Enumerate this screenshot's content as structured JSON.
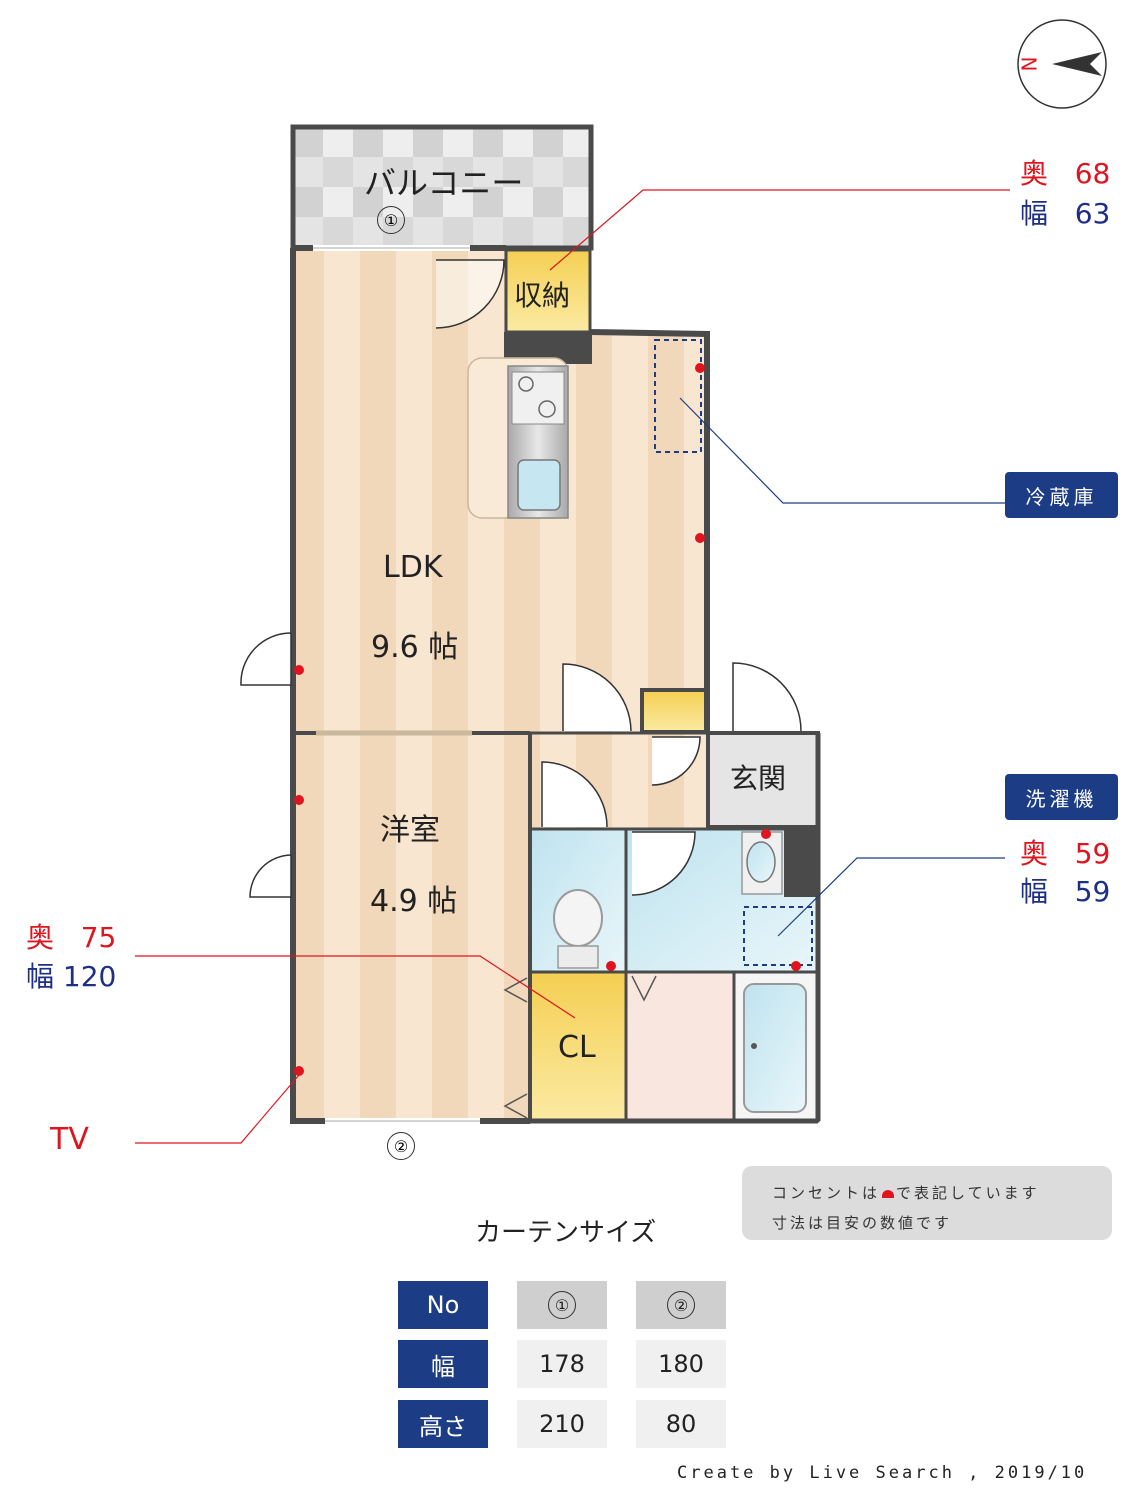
{
  "rooms": {
    "balcony": "バルコニー",
    "storage": "収納",
    "ldk_name": "LDK",
    "ldk_size": "9.6 帖",
    "western_name": "洋室",
    "western_size": "4.9 帖",
    "entrance": "玄関",
    "closet": "CL"
  },
  "window_marks": [
    "①",
    "②"
  ],
  "storage_dims": {
    "depth_label": "奥",
    "depth_value": "68",
    "width_label": "幅",
    "width_value": "63"
  },
  "fridge_label": "冷蔵庫",
  "washer": {
    "label": "洗濯機",
    "depth_label": "奥",
    "depth_value": "59",
    "width_label": "幅",
    "width_value": "59"
  },
  "closet_dims": {
    "depth_label": "奥",
    "depth_value": "75",
    "width_label": "幅",
    "width_value": "120"
  },
  "tv_label": "TV",
  "note": {
    "line1_pre": "コンセントは",
    "line1_post": "で表記しています",
    "line2": "寸法は目安の数値です"
  },
  "curtain": {
    "title": "カーテンサイズ",
    "rows": [
      {
        "header": "No",
        "col1": "①",
        "col2": "②"
      },
      {
        "header": "幅",
        "col1": "178",
        "col2": "180"
      },
      {
        "header": "高さ",
        "col1": "210",
        "col2": "80"
      }
    ]
  },
  "credit": "Create by Live Search , 2019/10",
  "compass_letter": "N",
  "colors": {
    "accent_navy": "#1c3d86",
    "outlet_red": "#e0141e",
    "wall": "#4a4a4a"
  }
}
